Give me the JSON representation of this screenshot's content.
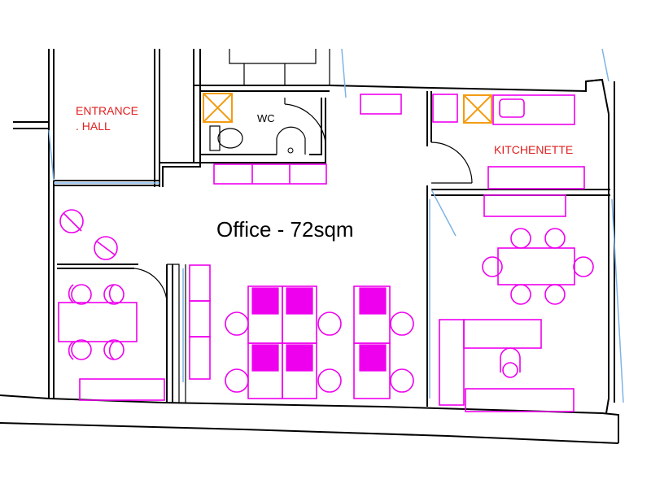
{
  "rooms": {
    "entrance_hall": {
      "line1": "ENTRANCE",
      "line2": ". HALL"
    },
    "wc": "WC",
    "kitchenette": "KITCHENETTE",
    "office": "Office - 72sqm"
  },
  "colors": {
    "furniture": "#ee00ee",
    "label_red": "#e02020",
    "walls": "#000000",
    "glazing": "#7fb3e6",
    "riser": "#f39c12"
  }
}
